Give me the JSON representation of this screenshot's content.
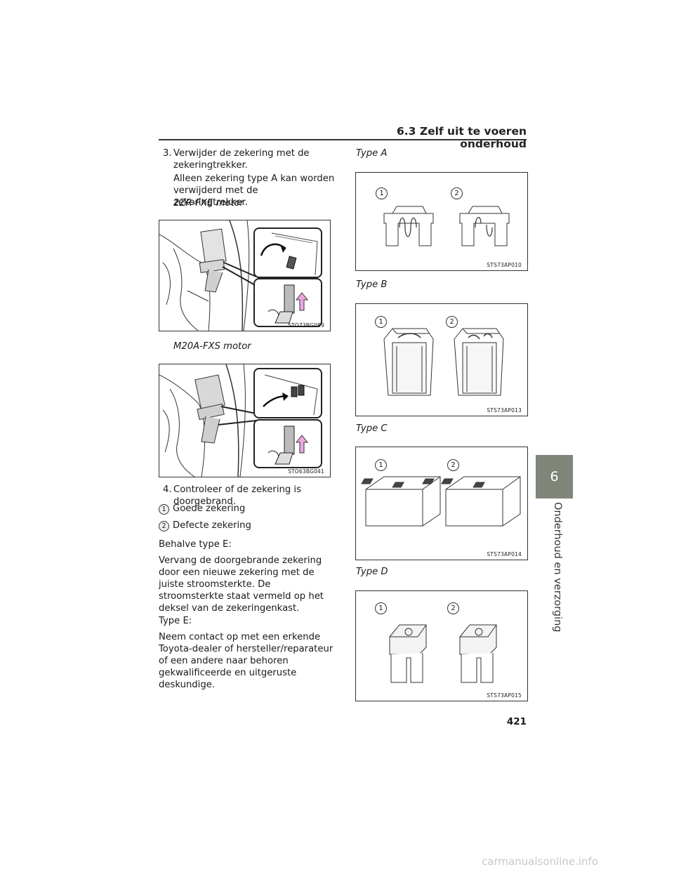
{
  "header": {
    "section_title": "6.3 Zelf uit te voeren onderhoud"
  },
  "side_tab": {
    "chapter_number": "6",
    "chapter_title": "Onderhoud en verzorging"
  },
  "left": {
    "step3": {
      "number": "3.",
      "text": "Verwijder de zekering met de zekeringtrekker.",
      "note": "Alleen zekering type A kan worden verwijderd met de zekeringtrekker."
    },
    "motor1_label": "2ZR-FXE motor",
    "motor1_code": "STO73BG089",
    "motor2_label": "M20A-FXS motor",
    "motor2_code": "STO63BG041",
    "step4": {
      "number": "4.",
      "text": "Controleer of de zekering is doorgebrand."
    },
    "legend": [
      {
        "num": "1",
        "text": "Goede zekering"
      },
      {
        "num": "2",
        "text": "Defecte zekering"
      }
    ],
    "except_label": "Behalve type E:",
    "except_text": "Vervang de doorgebrande zekering door een nieuwe zekering met de juiste stroomsterkte. De stroomsterkte staat vermeld op het deksel van de zekeringenkast.",
    "typeE_label": "Type E:",
    "typeE_text": "Neem contact op met een erkende Toyota-dealer of hersteller/reparateur of een andere naar behoren gekwalificeerde en uitgeruste deskundige."
  },
  "right": {
    "typeA": {
      "label": "Type A",
      "code": "STS73AP010",
      "c1": "1",
      "c2": "2"
    },
    "typeB": {
      "label": "Type B",
      "code": "STS73AP013",
      "c1": "1",
      "c2": "2"
    },
    "typeC": {
      "label": "Type C",
      "code": "STS73AP014",
      "c1": "1",
      "c2": "2"
    },
    "typeD": {
      "label": "Type D",
      "code": "STS73AP015",
      "c1": "1",
      "c2": "2"
    }
  },
  "footer": {
    "page_number": "421",
    "watermark": "carmanualsonline.info"
  }
}
